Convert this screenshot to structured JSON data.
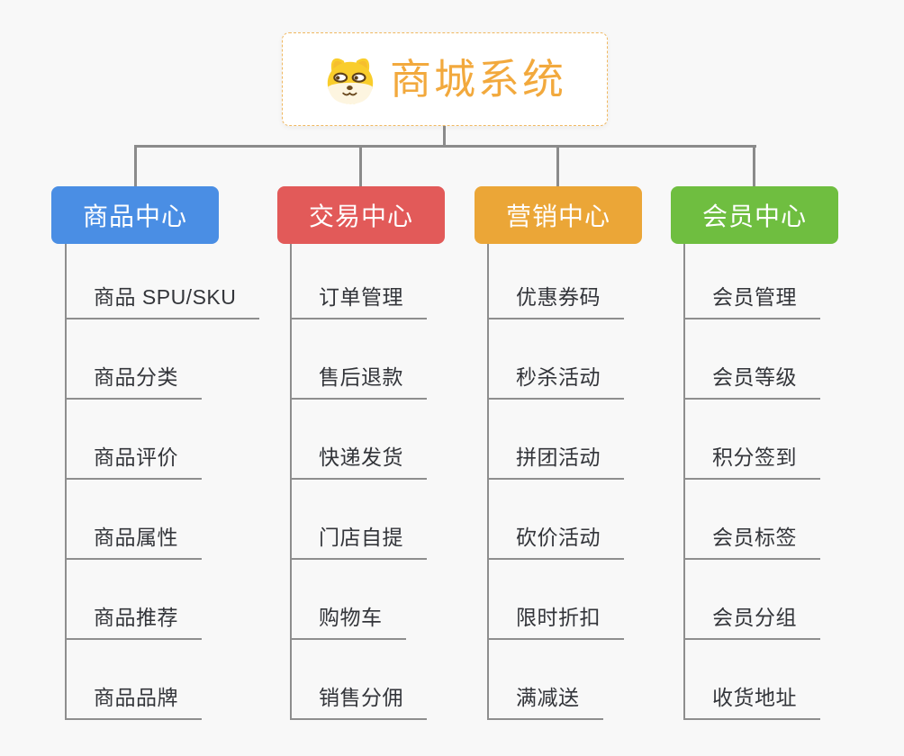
{
  "root": {
    "title": "商城系统",
    "icon": "dog-face-icon",
    "text_color": "#f2a93d",
    "border_color": "#f0b860"
  },
  "branches": [
    {
      "label": "商品中心",
      "color": "#4a8ee4",
      "children": [
        "商品 SPU/SKU",
        "商品分类",
        "商品评价",
        "商品属性",
        "商品推荐",
        "商品品牌"
      ]
    },
    {
      "label": "交易中心",
      "color": "#e25a59",
      "children": [
        "订单管理",
        "售后退款",
        "快递发货",
        "门店自提",
        "购物车",
        "销售分佣"
      ]
    },
    {
      "label": "营销中心",
      "color": "#eba637",
      "children": [
        "优惠券码",
        "秒杀活动",
        "拼团活动",
        "砍价活动",
        "限时折扣",
        "满减送"
      ]
    },
    {
      "label": "会员中心",
      "color": "#6fbe40",
      "children": [
        "会员管理",
        "会员等级",
        "积分签到",
        "会员标签",
        "会员分组",
        "收货地址"
      ]
    }
  ],
  "colors": {
    "background": "#f8f8f8",
    "connector": "#8b8b8b",
    "underline": "#8e8e8e",
    "leaf_text": "#33353a"
  }
}
